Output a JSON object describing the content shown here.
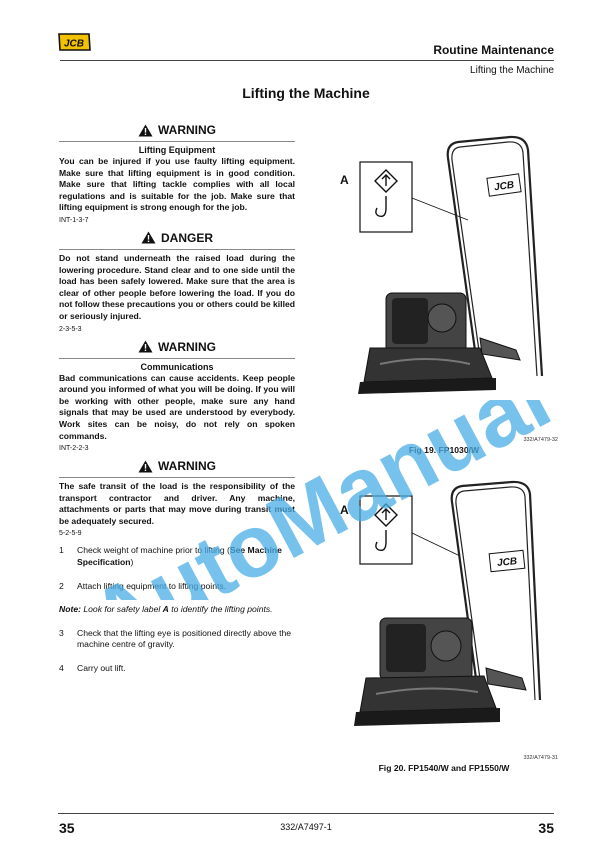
{
  "header": {
    "logo": "JCB",
    "section_title": "Routine Maintenance",
    "subsection": "Lifting the Machine"
  },
  "page_title": "Lifting the Machine",
  "warnings": [
    {
      "type": "WARNING",
      "subtitle": "Lifting Equipment",
      "body": "You can be injured if you use faulty lifting equipment. Make sure that lifting equipment is in good condition. Make sure that lifting tackle complies with all local regulations and is suitable for the job. Make sure that lifting equipment is strong enough for the job.",
      "code": "INT-1-3-7"
    },
    {
      "type": "DANGER",
      "subtitle": "",
      "body": "Do not stand underneath the raised load during the lowering procedure. Stand clear and to one side until the load has been safely lowered. Make sure that the area is clear of other people before lowering the load. If you do not follow these precautions you or others could be killed or seriously injured.",
      "code": "2-3-5-3"
    },
    {
      "type": "WARNING",
      "subtitle": "Communications",
      "body": "Bad communications can cause accidents. Keep people around you informed of what you will be doing. If you will be working with other people, make sure any hand signals that may be used are understood by everybody. Work sites can be noisy, do not rely on spoken commands.",
      "code": "INT-2-2-3"
    },
    {
      "type": "WARNING",
      "subtitle": "",
      "body": "The safe transit of the load is the responsibility of the transport contractor and driver. Any machine, attachments or parts that may move during transit must be adequately secured.",
      "code": "5-2-5-9"
    }
  ],
  "steps": [
    {
      "num": "1",
      "text": "Check weight of machine prior to lifting (",
      "bold": "See Machine Specification",
      "after": ")"
    },
    {
      "num": "2",
      "text": "Attach lifting equipment to lifting points.",
      "bold": "",
      "after": ""
    },
    {
      "num": "3",
      "text": "Check that the lifting eye is positioned directly above the machine centre of gravity.",
      "bold": "",
      "after": ""
    },
    {
      "num": "4",
      "text": "Carry out lift.",
      "bold": "",
      "after": ""
    }
  ],
  "note": {
    "label": "Note:",
    "pre": "Look for safety label",
    "bold": "A",
    "post": "to identify the lifting points."
  },
  "figures": [
    {
      "label_a": "A",
      "machine_brand": "JCB",
      "code": "332/A7479-32",
      "caption": "Fig 19. FP1030/W"
    },
    {
      "label_a": "A",
      "machine_brand": "JCB",
      "code": "332/A7479-31",
      "caption": "Fig 20. FP1540/W and FP1550/W"
    }
  ],
  "footer": {
    "page_left": "35",
    "ref": "332/A7497-1",
    "page_right": "35"
  },
  "watermark": "AutoManual",
  "colors": {
    "watermark": "#4aaee6",
    "text": "#111111",
    "rule": "#444444"
  }
}
